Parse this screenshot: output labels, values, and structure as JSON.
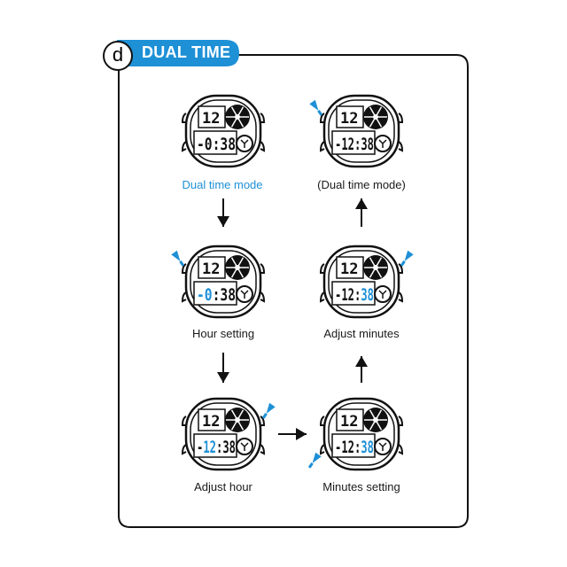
{
  "section": {
    "letter": "d",
    "title": "DUAL TIME",
    "accent_color": "#1e90d6"
  },
  "watch": {
    "top_digits": "12",
    "time_display": "-0:38",
    "time_display_set": "-12:38",
    "hour_value": "12",
    "minute_value": "38"
  },
  "steps": [
    {
      "label": "Dual time mode",
      "label_color": "#1e90d6",
      "highlight": "none"
    },
    {
      "label": "Hour setting",
      "label_color": "#1a1a1a",
      "highlight": "hour"
    },
    {
      "label": "Adjust hour",
      "label_color": "#1a1a1a",
      "highlight": "hour"
    },
    {
      "label": "Minutes setting",
      "label_color": "#1a1a1a",
      "highlight": "minutes"
    },
    {
      "label": "Adjust minutes",
      "label_color": "#1a1a1a",
      "highlight": "minutes"
    },
    {
      "label": "(Dual time mode)",
      "label_color": "#1a1a1a",
      "highlight": "none"
    }
  ],
  "icons": [
    "button-press-indicator-icon",
    "arrow-down-icon",
    "arrow-right-icon",
    "arrow-up-icon"
  ]
}
